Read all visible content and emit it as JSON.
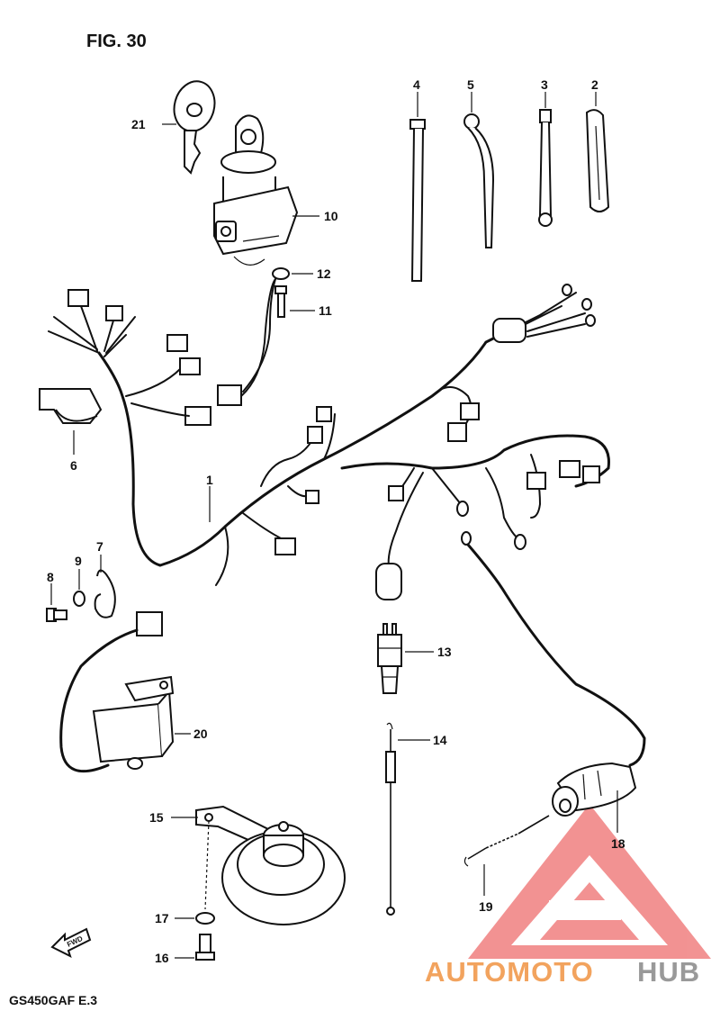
{
  "figure_title": "FIG. 30",
  "footer_code": "GS450GAF E.3",
  "fwd_label": "FWD",
  "watermark": {
    "part1": "AUTOMOTO",
    "part2": "HUB",
    "color_primary": "#f08080",
    "color_secondary": "#f2a35e"
  },
  "callouts": {
    "c1": "1",
    "c2": "2",
    "c3": "3",
    "c4": "4",
    "c5": "5",
    "c6": "6",
    "c7": "7",
    "c8": "8",
    "c9": "9",
    "c10": "10",
    "c11": "11",
    "c12": "12",
    "c13": "13",
    "c14": "14",
    "c15": "15",
    "c16": "16",
    "c17": "17",
    "c18": "18",
    "c19": "19",
    "c20": "20",
    "c21": "21"
  },
  "icons": {
    "fwd": "fwd-arrow-icon",
    "logo": "automotohub-triangle-logo-icon"
  }
}
